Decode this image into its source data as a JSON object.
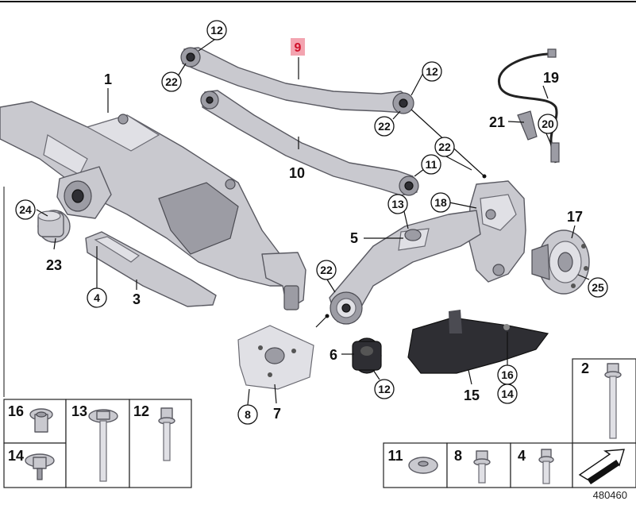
{
  "diagram": {
    "reference_code": "480460",
    "callouts": {
      "c12_top": "12",
      "c22_top": "22",
      "c9": "9",
      "c12_right": "12",
      "c22_mid": "22",
      "c19": "19",
      "c21": "21",
      "c20": "20",
      "c1": "1",
      "c22_right": "22",
      "c11": "11",
      "c10": "10",
      "c24": "24",
      "c23": "23",
      "c13": "13",
      "c18": "18",
      "c17": "17",
      "c5": "5",
      "c4": "4",
      "c3": "3",
      "c22_bottom": "22",
      "c25": "25",
      "c6": "6",
      "c12_bottom": "12",
      "c8": "8",
      "c7": "7",
      "c16_mid": "16",
      "c14_mid": "14",
      "c15": "15"
    },
    "hardware": {
      "c16": "16",
      "c13": "13",
      "c12": "12",
      "c14": "14",
      "c11": "11",
      "c8": "8",
      "c4": "4",
      "c2": "2"
    }
  }
}
